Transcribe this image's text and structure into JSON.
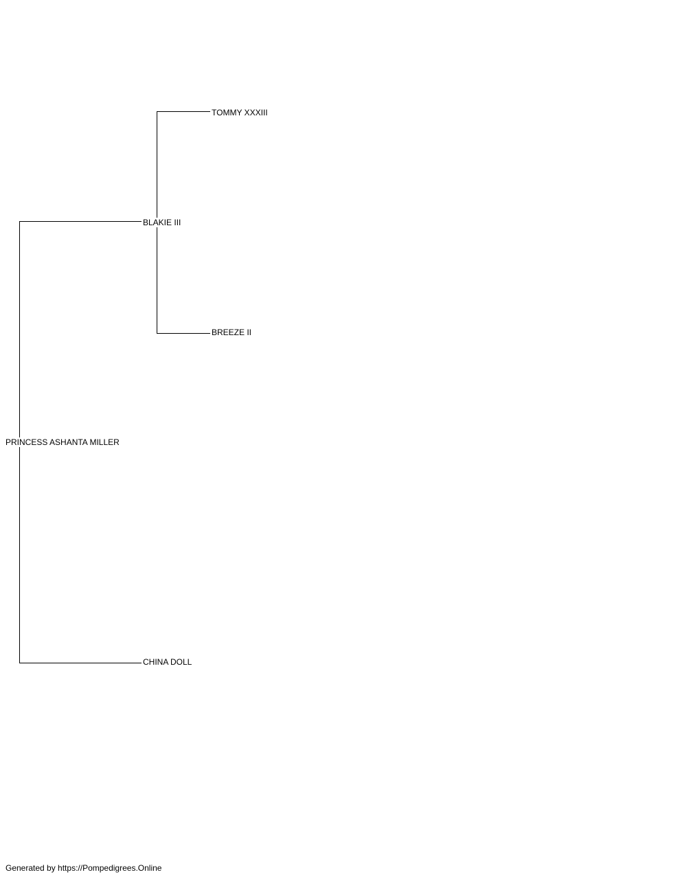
{
  "pedigree": {
    "root": "PRINCESS ASHANTA MILLER",
    "sire": "BLAKIE III",
    "dam": "CHINA DOLL",
    "sire_sire": "TOMMY XXXIII",
    "sire_dam": "BREEZE II"
  },
  "footer": {
    "text": "Generated by https://Pompedigrees.Online"
  },
  "colors": {
    "background": "#ffffff",
    "lines": "#000000",
    "text": "#000000"
  }
}
